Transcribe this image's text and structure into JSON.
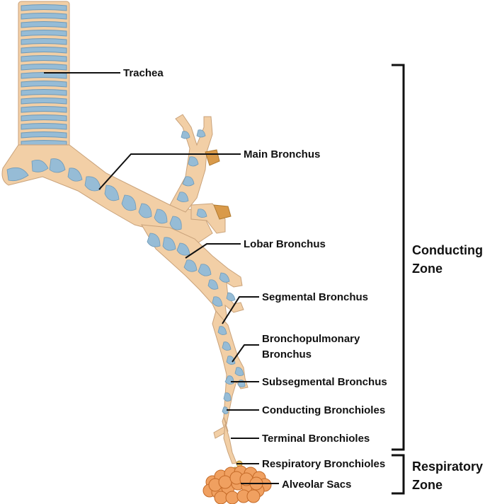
{
  "labels": {
    "trachea": "Trachea",
    "main_bronchus": "Main Bronchus",
    "lobar_bronchus": "Lobar Bronchus",
    "segmental_bronchus": "Segmental Bronchus",
    "bronchopulmonary_line1": "Bronchopulmonary",
    "bronchopulmonary_line2": "Bronchus",
    "subsegmental_bronchus": "Subsegmental Bronchus",
    "conducting_bronchioles": "Conducting Bronchioles",
    "terminal_bronchioles": "Terminal Bronchioles",
    "respiratory_bronchioles": "Respiratory Bronchioles",
    "alveolar_sacs": "Alveolar Sacs"
  },
  "zones": {
    "conducting_line1": "Conducting",
    "conducting_line2": "Zone",
    "respiratory_line1": "Respiratory",
    "respiratory_line2": "Zone"
  },
  "colors": {
    "tissue": "#f2cfa6",
    "cartilage": "#96bcd6",
    "alveoli": "#f0a060"
  }
}
